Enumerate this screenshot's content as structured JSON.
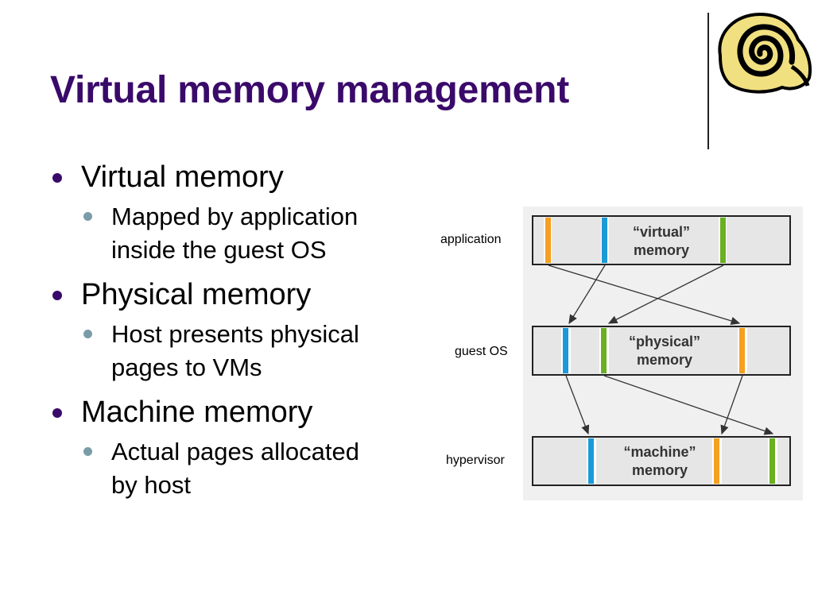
{
  "slide": {
    "title": "Virtual memory management",
    "bullets": [
      {
        "text": "Virtual memory",
        "sub": [
          "Mapped by application",
          "inside the guest OS"
        ]
      },
      {
        "text": "Physical memory",
        "sub": [
          "Host presents physical",
          "pages to VMs"
        ]
      },
      {
        "text": "Machine memory",
        "sub": [
          "Actual pages allocated",
          "by host"
        ]
      }
    ]
  },
  "diagram": {
    "layers": [
      {
        "label": "application",
        "box_line1": "“virtual”",
        "box_line2": "memory"
      },
      {
        "label": "guest OS",
        "box_line1": "“physical”",
        "box_line2": "memory"
      },
      {
        "label": "hypervisor",
        "box_line1": "“machine”",
        "box_line2": "memory"
      }
    ],
    "colors": {
      "title": "#3a0a6a",
      "orange": "#f5a020",
      "blue": "#1a9ad8",
      "green": "#6ab020",
      "box_fill": "#e6e6e6",
      "panel_bg": "#f0f0f0"
    }
  },
  "icons": {
    "logo": "spiral-shell-icon"
  }
}
